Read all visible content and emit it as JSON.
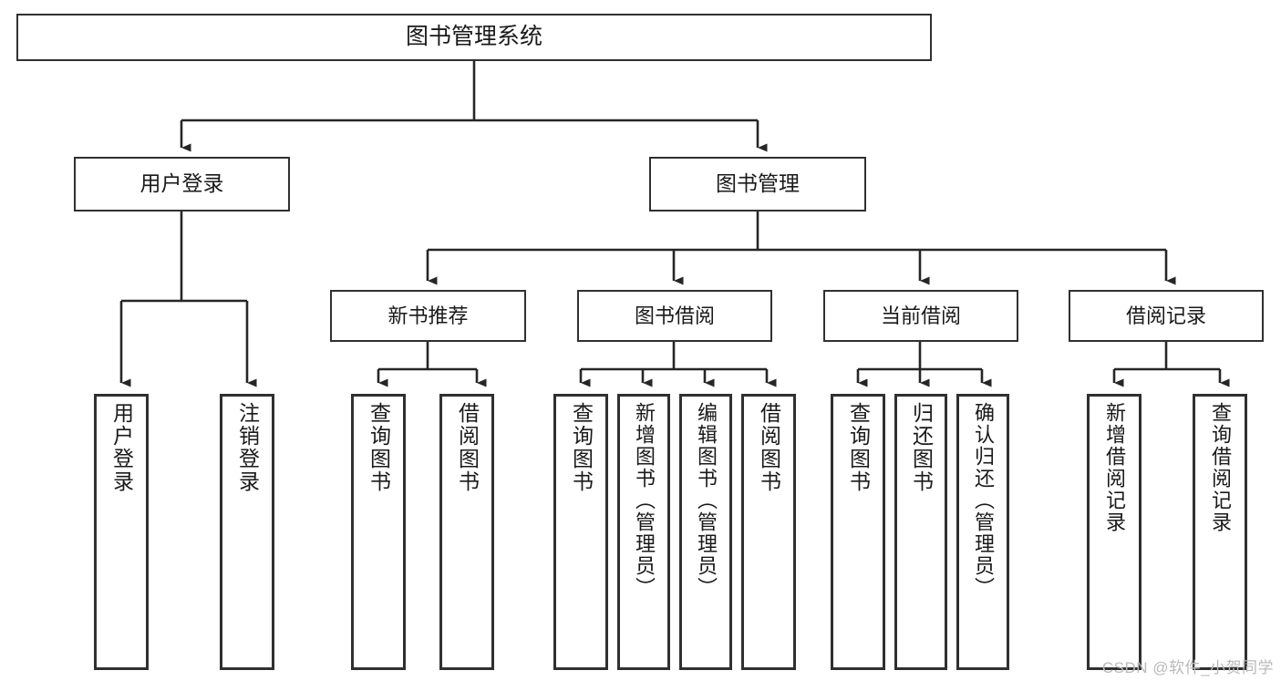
{
  "diagram": {
    "title": "图书管理系统",
    "type": "tree",
    "watermark": "CSDN @软件_小贺同学",
    "colors": {
      "background": "#ffffff",
      "box_border": "#303030",
      "box_fill": "#ffffff",
      "connector": "#262626",
      "text": "#1a1a1a",
      "watermark": "#b9b9b9"
    },
    "root": {
      "label": "图书管理系统"
    },
    "level1": [
      {
        "id": "user-login",
        "label": "用户登录"
      },
      {
        "id": "book-manage",
        "label": "图书管理"
      }
    ],
    "level2": [
      {
        "id": "new-book-recommend",
        "label": "新书推荐",
        "parent": "book-manage"
      },
      {
        "id": "book-borrow",
        "label": "图书借阅",
        "parent": "book-manage"
      },
      {
        "id": "current-borrow",
        "label": "当前借阅",
        "parent": "book-manage"
      },
      {
        "id": "borrow-record",
        "label": "借阅记录",
        "parent": "book-manage"
      }
    ],
    "leaves": [
      {
        "id": "leaf-user-login",
        "label": "用户登录",
        "parent": "user-login"
      },
      {
        "id": "leaf-logout",
        "label": "注销登录",
        "parent": "user-login"
      },
      {
        "id": "leaf-query-book-1",
        "label": "查询图书",
        "parent": "new-book-recommend"
      },
      {
        "id": "leaf-borrow-book-1",
        "label": "借阅图书",
        "parent": "new-book-recommend"
      },
      {
        "id": "leaf-query-book-2",
        "label": "查询图书",
        "parent": "book-borrow"
      },
      {
        "id": "leaf-add-book",
        "label": "新增图书（管理员）",
        "parent": "book-borrow"
      },
      {
        "id": "leaf-edit-book",
        "label": "编辑图书（管理员）",
        "parent": "book-borrow"
      },
      {
        "id": "leaf-borrow-book-2",
        "label": "借阅图书",
        "parent": "book-borrow"
      },
      {
        "id": "leaf-query-book-3",
        "label": "查询图书",
        "parent": "current-borrow"
      },
      {
        "id": "leaf-return-book",
        "label": "归还图书",
        "parent": "current-borrow"
      },
      {
        "id": "leaf-confirm-return",
        "label": "确认归还（管理员）",
        "parent": "current-borrow"
      },
      {
        "id": "leaf-add-record",
        "label": "新增借阅记录",
        "parent": "borrow-record"
      },
      {
        "id": "leaf-query-record",
        "label": "查询借阅记录",
        "parent": "borrow-record"
      }
    ]
  }
}
